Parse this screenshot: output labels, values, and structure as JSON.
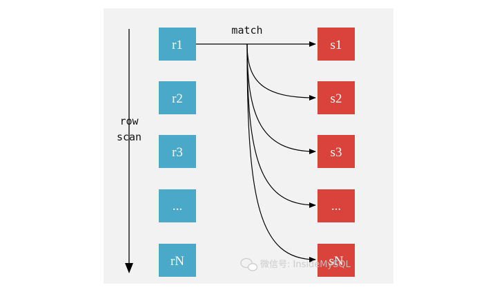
{
  "diagram": {
    "left_items": [
      "r1",
      "r2",
      "r3",
      "...",
      "rN"
    ],
    "right_items": [
      "s1",
      "s2",
      "s3",
      "...",
      "sN"
    ],
    "match_label": "match",
    "scan_label_line1": "row",
    "scan_label_line2": "scan"
  },
  "watermark": {
    "text": "微信号: InsideMySQL",
    "icon": "wechat-icon"
  },
  "colors": {
    "left_box": "#4aa9c8",
    "right_box": "#d9433b",
    "panel": "#f2f2f2",
    "line": "#000000"
  }
}
